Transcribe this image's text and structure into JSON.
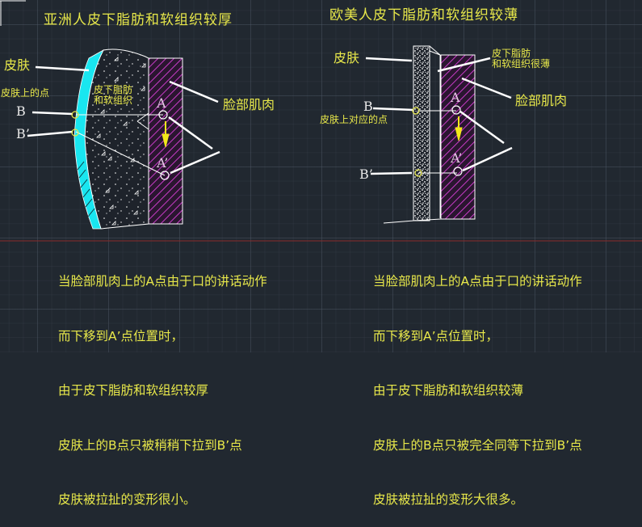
{
  "colors": {
    "background": "#212830",
    "text": "#e8e84a",
    "skin_cyan": "#19e6f0",
    "muscle_magenta": "#c83cc8",
    "leader_white": "#ffffff",
    "arrow_yellow": "#f2e81a",
    "axis_red": "#8a2a2a"
  },
  "left_diagram": {
    "title": "亚洲人皮下脂肪和软组织较厚",
    "labels": {
      "skin": "皮肤",
      "skin_point": "皮肤上的点",
      "fat": [
        "皮下脂肪",
        "和软组织"
      ],
      "muscle": "脸部肌肉",
      "b": "B",
      "b_prime": "B’",
      "a": "A",
      "a_prime": "A’"
    },
    "caption_lines": [
      "当脸部肌肉上的A点由于口的讲话动作",
      "而下移到A’点位置时，",
      "由于皮下脂肪和软组织较厚",
      "皮肤上的B点只被稍稍下拉到B’点",
      "皮肤被拉扯的变形很小。"
    ]
  },
  "right_diagram": {
    "title": "欧美人皮下脂肪和软组织较薄",
    "labels": {
      "skin": "皮肤",
      "skin_point": "皮肤上对应的点",
      "fat": [
        "皮下脂肪",
        "和软组织很薄"
      ],
      "muscle": "脸部肌肉",
      "b": "B",
      "b_prime": "B’",
      "a": "A",
      "a_prime": "A’"
    },
    "caption_lines": [
      "当脸部肌肉上的A点由于口的讲话动作",
      "而下移到A’点位置时，",
      "由于皮下脂肪和软组织较薄",
      "皮肤上的B点只被完全同等下拉到B’点",
      "皮肤被拉扯的变形大很多。"
    ]
  }
}
